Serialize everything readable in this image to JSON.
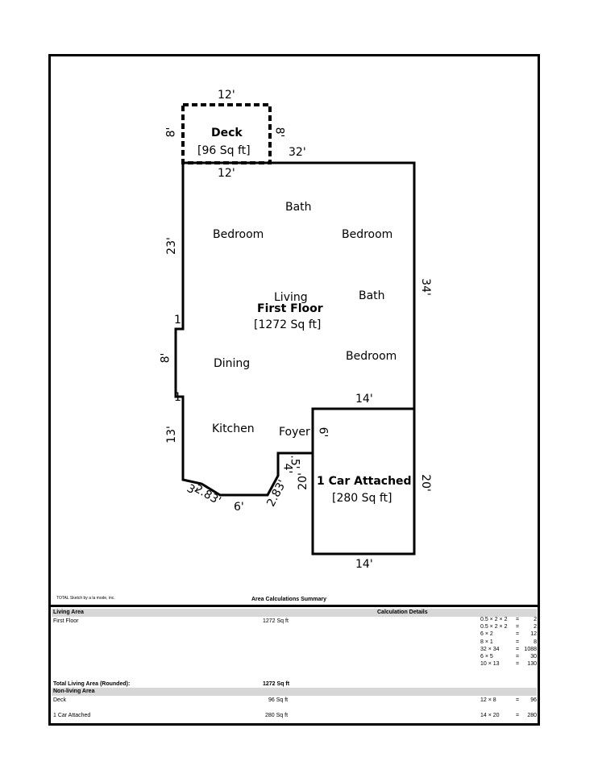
{
  "plan": {
    "deck": {
      "name": "Deck",
      "area": "[96 Sq ft]",
      "dim_top": "12'",
      "dim_bottom": "12'",
      "dim_left": "8'",
      "dim_right": "8'"
    },
    "first_floor": {
      "name": "First Floor",
      "area": "[1272 Sq ft]",
      "dims": {
        "top": "32'",
        "right": "34'",
        "left_upper": "23'",
        "left_jog_top": "1",
        "left_middle": "8'",
        "left_jog_bottom": "1",
        "left_lower": "13'",
        "bay_left_short": "3'",
        "bay_left_angle": "2.83'",
        "bay_bottom": "6'",
        "bay_right_angle": "2.83'",
        "foyer_notch_top": ".5'",
        "foyer_notch_side": "4'",
        "garage_wall": "20'",
        "garage_notch": "6'",
        "garage_top": "14'"
      },
      "rooms": [
        "Bath",
        "Bedroom",
        "Bedroom",
        "Living",
        "Bath",
        "Dining",
        "Bedroom",
        "Kitchen",
        "Foyer"
      ]
    },
    "garage": {
      "name": "1 Car Attached",
      "area": "[280 Sq ft]",
      "dim_right": "20'",
      "dim_bottom": "14'"
    }
  },
  "summary": {
    "credit": "TOTAL Sketch by a la mode, inc.",
    "title": "Area Calculations Summary",
    "living_area_header": "Living Area",
    "calc_details_header": "Calculation Details",
    "first_floor_label": "First Floor",
    "first_floor_value": "1272 Sq ft",
    "calculations": [
      {
        "expr": "0.5 × 2 × 2",
        "eq": "=",
        "val": "2"
      },
      {
        "expr": "0.5 × 2 × 2",
        "eq": "=",
        "val": "2"
      },
      {
        "expr": "6 × 2",
        "eq": "=",
        "val": "12"
      },
      {
        "expr": "8 × 1",
        "eq": "=",
        "val": "8"
      },
      {
        "expr": "32 × 34",
        "eq": "=",
        "val": "1088"
      },
      {
        "expr": "6 × 5",
        "eq": "=",
        "val": "30"
      },
      {
        "expr": "10 × 13",
        "eq": "=",
        "val": "130"
      }
    ],
    "total_label": "Total Living Area (Rounded):",
    "total_value": "1272 Sq ft",
    "non_living_header": "Non-living Area",
    "deck_label": "Deck",
    "deck_value": "96 Sq ft",
    "deck_calc": {
      "expr": "12 × 8",
      "eq": "=",
      "val": "96"
    },
    "garage_label": "1 Car Attached",
    "garage_value": "280 Sq ft",
    "garage_calc": {
      "expr": "14 × 20",
      "eq": "=",
      "val": "280"
    }
  }
}
